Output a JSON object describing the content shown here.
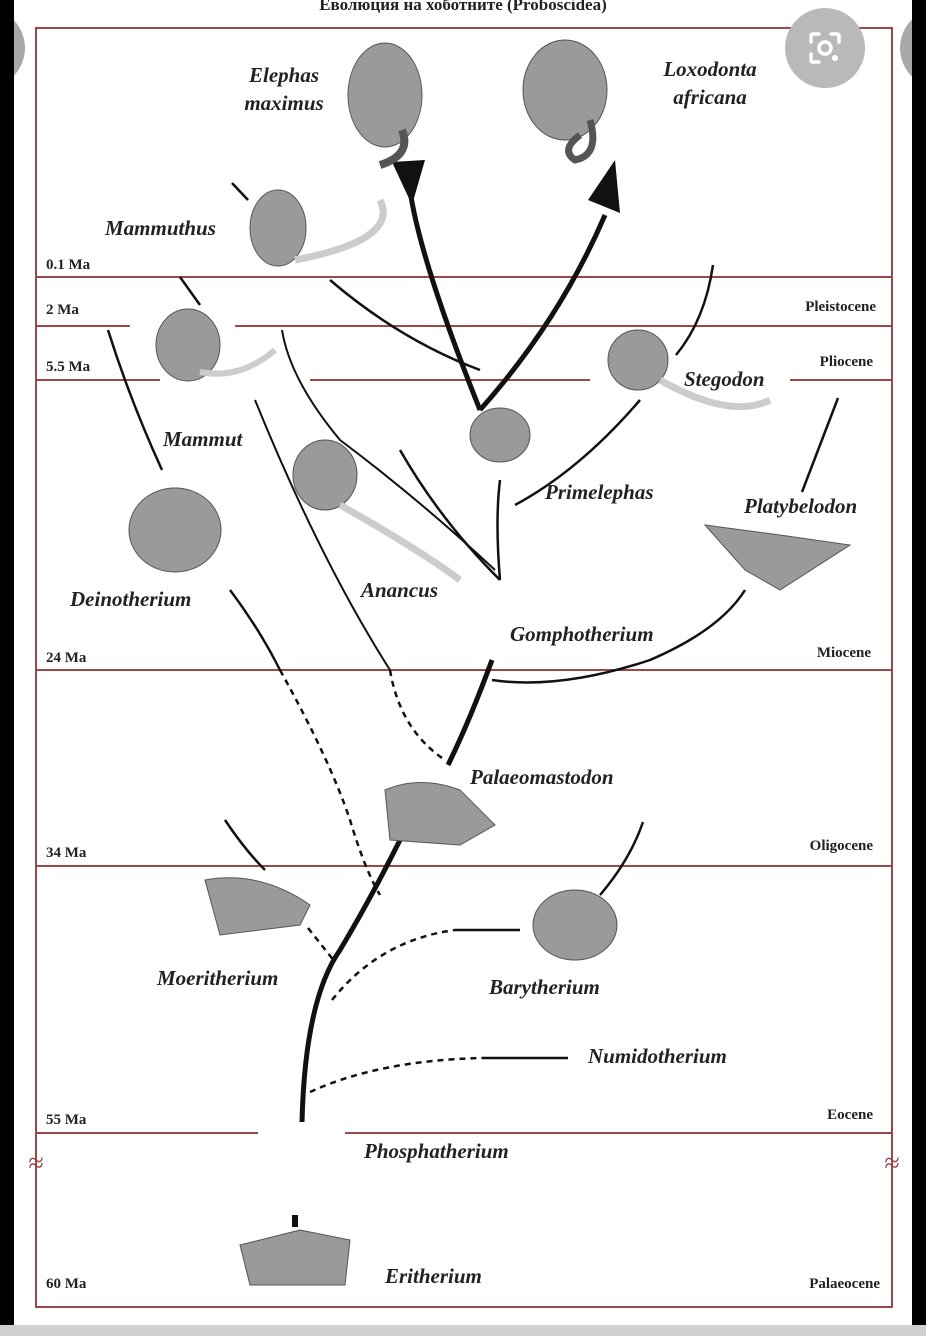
{
  "title": "Еволюция на хоботните (Proboscidea)",
  "species": {
    "elephas": [
      "Elephas",
      "maximus"
    ],
    "loxodonta": [
      "Loxodonta",
      "africana"
    ],
    "mammuthus": "Mammuthus",
    "mammut": "Mammut",
    "stegodon": "Stegodon",
    "primelephas": "Primelephas",
    "platybelodon": "Platybelodon",
    "deinotherium": "Deinotherium",
    "anancus": "Anancus",
    "gomphotherium": "Gomphotherium",
    "palaeomastodon": "Palaeomastodon",
    "moeritherium": "Moeritherium",
    "barytherium": "Barytherium",
    "numidotherium": "Numidotherium",
    "phosphatherium": "Phosphatherium",
    "eritherium": "Eritherium"
  },
  "ages": [
    "0.1 Ma",
    "2 Ma",
    "5.5 Ma",
    "24 Ma",
    "34 Ma",
    "55 Ma",
    "60 Ma"
  ],
  "epochs": [
    "Pleistocene",
    "Pliocene",
    "Miocene",
    "Oligocene",
    "Eocene",
    "Palaeocene"
  ],
  "break_symbol": "≈",
  "colors": {
    "border": "#9a4848",
    "line": "#111111",
    "lens_button": "#b9b9b9"
  }
}
